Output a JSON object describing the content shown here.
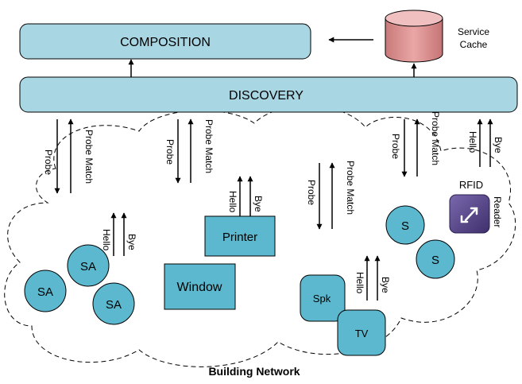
{
  "composition_label": "COMPOSITION",
  "discovery_label": "DISCOVERY",
  "service_cache_label": [
    "Service",
    "Cache"
  ],
  "network_label": "Building Network",
  "messages": {
    "probe": "Probe",
    "probe_match": "Probe Match",
    "hello": "Hello",
    "bye": "Bye"
  },
  "devices": {
    "printer": "Printer",
    "window": "Window",
    "speaker": "Spk",
    "tv": "TV",
    "rfid_title": "RFID",
    "rfid_reader": "Reader",
    "service_1": "S",
    "service_2": "S",
    "service_agent_1": "SA",
    "service_agent_2": "SA",
    "service_agent_3": "SA"
  },
  "colors": {
    "bar_fill": "#a9d6e3",
    "device_fill": "#5bb8ce",
    "cache_fill": "#d88f8f",
    "rfid_icon": "#5b4a8c",
    "stroke": "#000000"
  }
}
